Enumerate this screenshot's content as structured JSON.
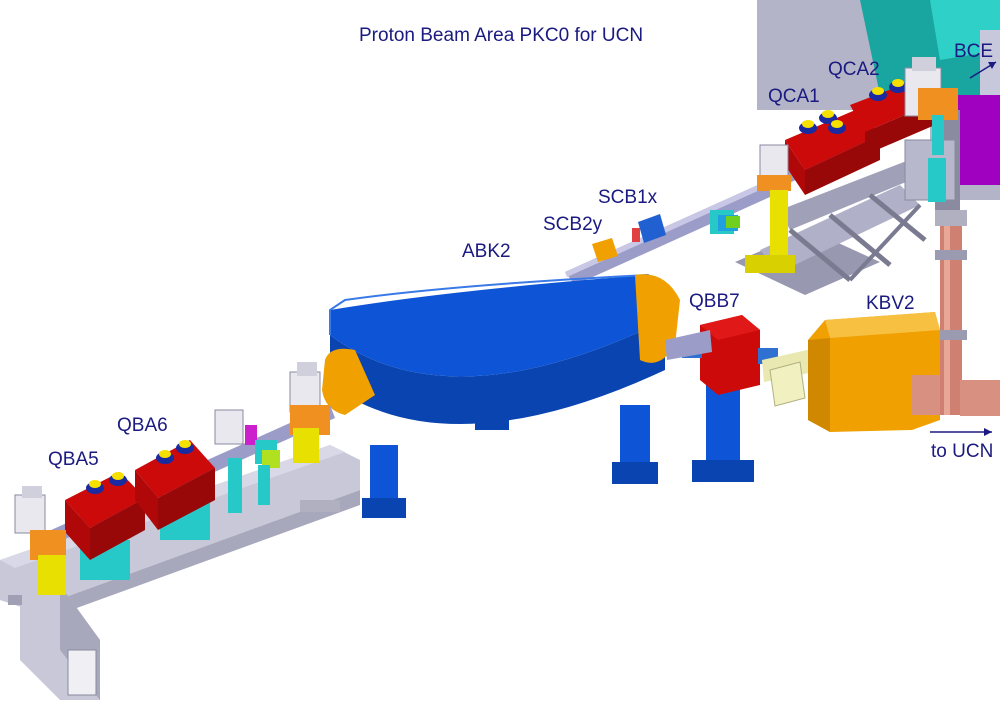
{
  "title": "Proton Beam Area PKC0 for UCN",
  "labels": {
    "qba5": "QBA5",
    "qba6": "QBA6",
    "abk2": "ABK2",
    "scb2y": "SCB2y",
    "scb1x": "SCB1x",
    "qca1": "QCA1",
    "qca2": "QCA2",
    "bce": "BCE",
    "qbb7": "QBB7",
    "kbv2": "KBV2",
    "to_ucn": "to UCN"
  },
  "colors": {
    "dipole_blue": "#0d55d6",
    "quad_red": "#cc0a0a",
    "kicker_orange": "#f0a000",
    "girder_gray": "#c8c8d8",
    "support_cyan": "#27c8c8",
    "label_navy": "#1a1a80",
    "wall_teal": "#1aa6a0",
    "wall_magenta": "#a000c0"
  }
}
